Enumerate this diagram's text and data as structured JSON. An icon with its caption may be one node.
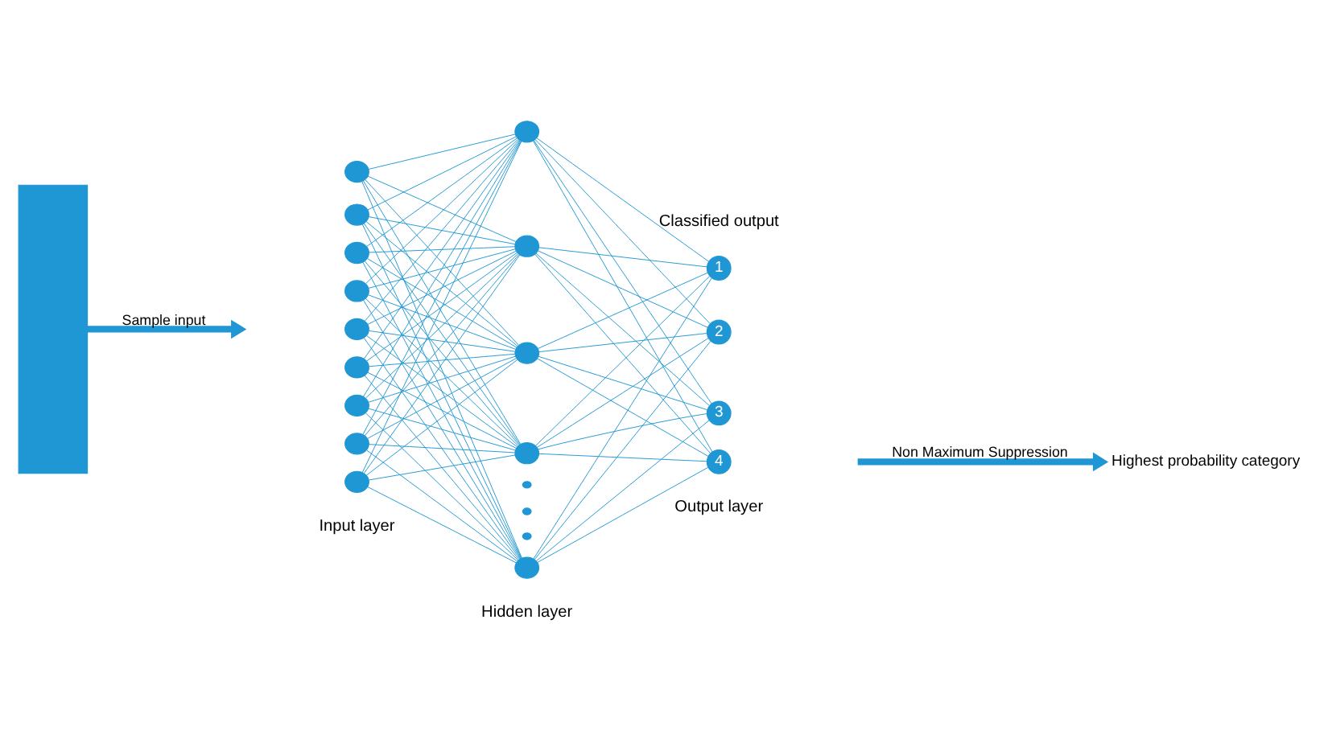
{
  "diagram": {
    "nodes": [
      {
        "text": [],
        "shape": "bar"
      },
      {
        "text": [],
        "shape": "circle"
      },
      {
        "text": [],
        "shape": "circle"
      },
      {
        "text": [],
        "shape": "circle"
      },
      {
        "text": [],
        "shape": "circle"
      },
      {
        "text": [],
        "shape": "circle"
      },
      {
        "text": [],
        "shape": "circle"
      },
      {
        "text": [],
        "shape": "circle"
      },
      {
        "text": [],
        "shape": "circle"
      },
      {
        "text": [],
        "shape": "circle"
      },
      {
        "text": [],
        "shape": "circle"
      },
      {
        "text": [],
        "shape": "circle"
      },
      {
        "text": [],
        "shape": "circle"
      },
      {
        "text": [],
        "shape": "circle"
      },
      {
        "text": [],
        "shape": "circle"
      },
      {
        "text": [],
        "shape": "circle"
      },
      {
        "text": [],
        "shape": "circle"
      },
      {
        "text": [],
        "shape": "circle"
      },
      {
        "text": [
          "1"
        ]
      },
      {
        "text": [
          "2"
        ]
      },
      {
        "text": [
          "3"
        ]
      },
      {
        "text": [
          "4"
        ]
      },
      {
        "text": [
          "Highest probability category"
        ]
      }
    ],
    "edges": [
      {
        "from": 0,
        "to": null,
        "arrow": "to",
        "label": "Sample input",
        "style": "thick"
      },
      {
        "from": 1,
        "to": 10,
        "arrow": "none"
      },
      {
        "from": 1,
        "to": 11,
        "arrow": "none"
      },
      {
        "from": 1,
        "to": 12,
        "arrow": "none"
      },
      {
        "from": 1,
        "to": 13,
        "arrow": "none"
      },
      {
        "from": 1,
        "to": 17,
        "arrow": "none"
      },
      {
        "from": 2,
        "to": 10,
        "arrow": "none"
      },
      {
        "from": 2,
        "to": 11,
        "arrow": "none"
      },
      {
        "from": 2,
        "to": 12,
        "arrow": "none"
      },
      {
        "from": 2,
        "to": 13,
        "arrow": "none"
      },
      {
        "from": 2,
        "to": 17,
        "arrow": "none"
      },
      {
        "from": 3,
        "to": 10,
        "arrow": "none"
      },
      {
        "from": 3,
        "to": 11,
        "arrow": "none"
      },
      {
        "from": 3,
        "to": 12,
        "arrow": "none"
      },
      {
        "from": 3,
        "to": 13,
        "arrow": "none"
      },
      {
        "from": 3,
        "to": 17,
        "arrow": "none"
      },
      {
        "from": 4,
        "to": 10,
        "arrow": "none"
      },
      {
        "from": 4,
        "to": 11,
        "arrow": "none"
      },
      {
        "from": 4,
        "to": 12,
        "arrow": "none"
      },
      {
        "from": 4,
        "to": 13,
        "arrow": "none"
      },
      {
        "from": 4,
        "to": 17,
        "arrow": "none"
      },
      {
        "from": 5,
        "to": 10,
        "arrow": "none"
      },
      {
        "from": 5,
        "to": 11,
        "arrow": "none"
      },
      {
        "from": 5,
        "to": 12,
        "arrow": "none"
      },
      {
        "from": 5,
        "to": 13,
        "arrow": "none"
      },
      {
        "from": 5,
        "to": 17,
        "arrow": "none"
      },
      {
        "from": 6,
        "to": 10,
        "arrow": "none"
      },
      {
        "from": 6,
        "to": 11,
        "arrow": "none"
      },
      {
        "from": 6,
        "to": 12,
        "arrow": "none"
      },
      {
        "from": 6,
        "to": 13,
        "arrow": "none"
      },
      {
        "from": 6,
        "to": 17,
        "arrow": "none"
      },
      {
        "from": 7,
        "to": 10,
        "arrow": "none"
      },
      {
        "from": 7,
        "to": 11,
        "arrow": "none"
      },
      {
        "from": 7,
        "to": 12,
        "arrow": "none"
      },
      {
        "from": 7,
        "to": 13,
        "arrow": "none"
      },
      {
        "from": 7,
        "to": 17,
        "arrow": "none"
      },
      {
        "from": 8,
        "to": 10,
        "arrow": "none"
      },
      {
        "from": 8,
        "to": 11,
        "arrow": "none"
      },
      {
        "from": 8,
        "to": 12,
        "arrow": "none"
      },
      {
        "from": 8,
        "to": 13,
        "arrow": "none"
      },
      {
        "from": 8,
        "to": 17,
        "arrow": "none"
      },
      {
        "from": 9,
        "to": 10,
        "arrow": "none"
      },
      {
        "from": 9,
        "to": 11,
        "arrow": "none"
      },
      {
        "from": 9,
        "to": 12,
        "arrow": "none"
      },
      {
        "from": 9,
        "to": 13,
        "arrow": "none"
      },
      {
        "from": 9,
        "to": 17,
        "arrow": "none"
      },
      {
        "from": 10,
        "to": 18,
        "arrow": "none"
      },
      {
        "from": 10,
        "to": 19,
        "arrow": "none"
      },
      {
        "from": 10,
        "to": 20,
        "arrow": "none"
      },
      {
        "from": 10,
        "to": 21,
        "arrow": "none"
      },
      {
        "from": 11,
        "to": 18,
        "arrow": "none"
      },
      {
        "from": 11,
        "to": 19,
        "arrow": "none"
      },
      {
        "from": 11,
        "to": 20,
        "arrow": "none"
      },
      {
        "from": 11,
        "to": 21,
        "arrow": "none"
      },
      {
        "from": 12,
        "to": 18,
        "arrow": "none"
      },
      {
        "from": 12,
        "to": 19,
        "arrow": "none"
      },
      {
        "from": 12,
        "to": 20,
        "arrow": "none"
      },
      {
        "from": 12,
        "to": 21,
        "arrow": "none"
      },
      {
        "from": 13,
        "to": 18,
        "arrow": "none"
      },
      {
        "from": 13,
        "to": 19,
        "arrow": "none"
      },
      {
        "from": 13,
        "to": 20,
        "arrow": "none"
      },
      {
        "from": 13,
        "to": 21,
        "arrow": "none"
      },
      {
        "from": 17,
        "to": 18,
        "arrow": "none"
      },
      {
        "from": 17,
        "to": 19,
        "arrow": "none"
      },
      {
        "from": 17,
        "to": 20,
        "arrow": "none"
      },
      {
        "from": 17,
        "to": 21,
        "arrow": "none"
      },
      {
        "from": null,
        "to": 22,
        "arrow": "to",
        "label": "Non Maximum Suppression",
        "style": "thick"
      }
    ],
    "labels": [
      "Classified output",
      "Input layer",
      "Hidden layer",
      "Output layer"
    ]
  }
}
